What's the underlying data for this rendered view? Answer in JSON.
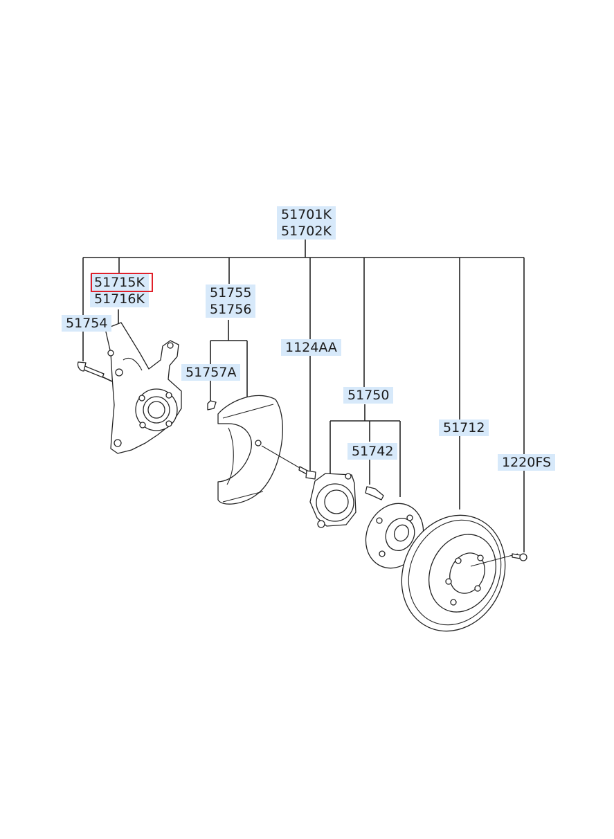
{
  "labels": {
    "assembly": [
      "51701K",
      "51702K"
    ],
    "knuckle": [
      "51715K",
      "51716K"
    ],
    "knuckle_bolt": "51754",
    "dust_cover": [
      "51755",
      "51756"
    ],
    "dust_cover_screw": "51757A",
    "hub_bolt": "1124AA",
    "hub_assembly": "51750",
    "wheel_bolt": "51742",
    "brake_disc": "51712",
    "disc_screw": "1220FS"
  },
  "colors": {
    "label_background": "#d7e9fa",
    "highlight_border": "#e0202a",
    "line": "#222222"
  },
  "highlighted_part": "51715K"
}
